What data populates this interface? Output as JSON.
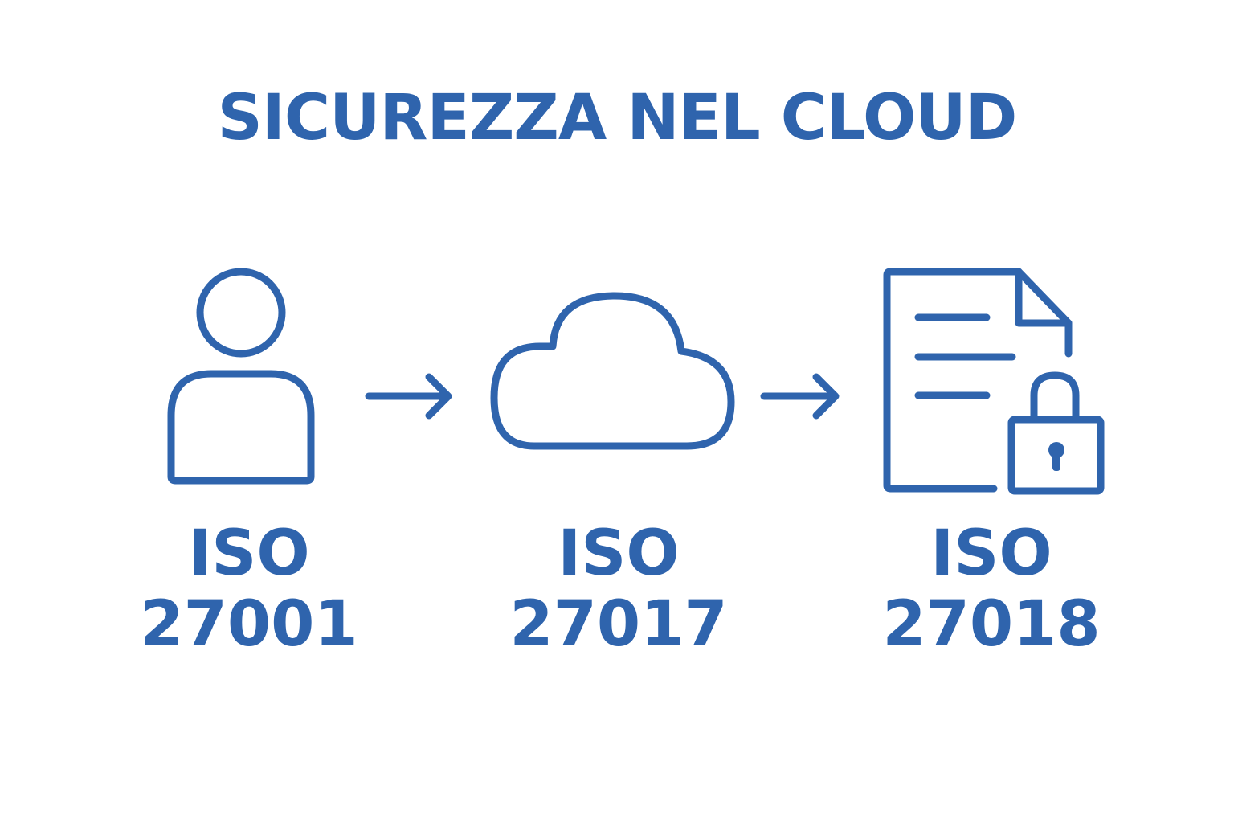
{
  "title": "SICUREZZA NEL CLOUD",
  "colors": {
    "accent": "#2f64ad",
    "background": "#ffffff"
  },
  "steps": [
    {
      "icon": "user-icon",
      "line1": "ISO",
      "line2": "27001"
    },
    {
      "icon": "cloud-icon",
      "line1": "ISO",
      "line2": "27017"
    },
    {
      "icon": "locked-document-icon",
      "line1": "ISO",
      "line2": "27018"
    }
  ],
  "connectors": [
    "arrow-right-icon",
    "arrow-right-icon"
  ]
}
